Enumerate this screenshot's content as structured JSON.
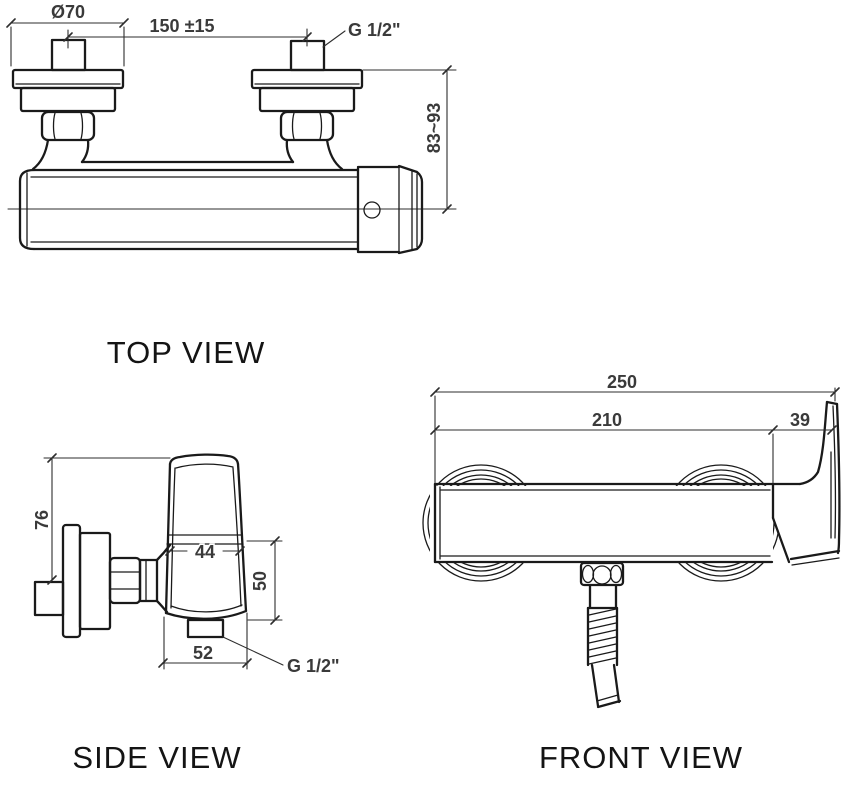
{
  "drawing": {
    "type": "technical-orthographic-drawing",
    "subject": "wall-mounted shower mixer faucet",
    "background": "#ffffff",
    "line_color": "#1a1a1a",
    "dim_color": "#3a3a3a"
  },
  "top_view": {
    "label": "TOP VIEW",
    "dims": {
      "flange_diameter": "Ø70",
      "inlet_spacing": "150 ±15",
      "thread": "G 1/2\"",
      "wall_distance": "83~93"
    }
  },
  "side_view": {
    "label": "SIDE VIEW",
    "dims": {
      "overall_height": "76",
      "handle_width": "44",
      "handle_height": "50",
      "base_width": "52",
      "outlet_thread": "G 1/2\""
    }
  },
  "front_view": {
    "label": "FRONT VIEW",
    "dims": {
      "overall_width": "250",
      "body_width": "210",
      "handle_depth": "39"
    }
  }
}
